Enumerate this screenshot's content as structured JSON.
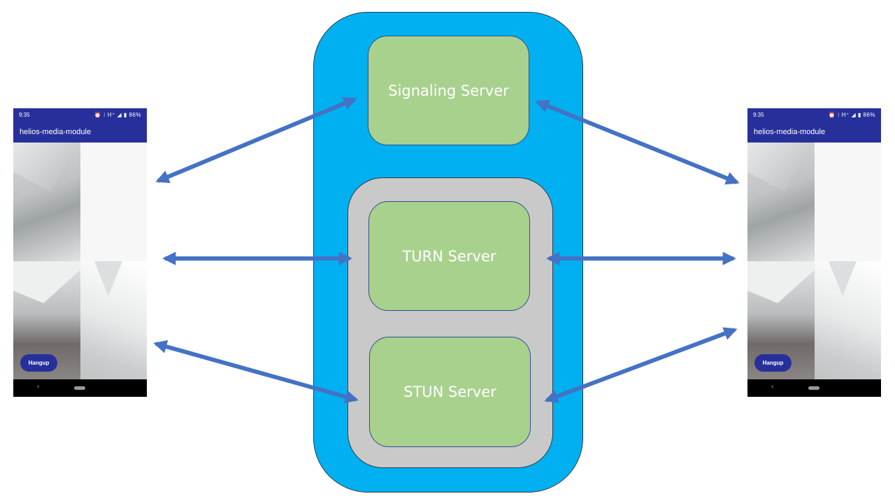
{
  "servers": {
    "signaling": "Signaling Server",
    "turn": "TURN Server",
    "stun": "STUN Server"
  },
  "phone": {
    "time": "9:35",
    "status_icons": "⏰ ⁝ H⁺ ◢ ▮ 86%",
    "app_title": "helios-media-module",
    "hangup_label": "Hangup",
    "nav_back": "‹"
  },
  "colors": {
    "cluster": "#00b0f0",
    "relay_group": "#c9c9c9",
    "server_box": "#a9d18e",
    "arrow": "#4472c4",
    "app_bar": "#27309a"
  },
  "icons": [
    "alarm-icon",
    "signal-icon",
    "battery-icon",
    "back-icon",
    "home-icon"
  ]
}
